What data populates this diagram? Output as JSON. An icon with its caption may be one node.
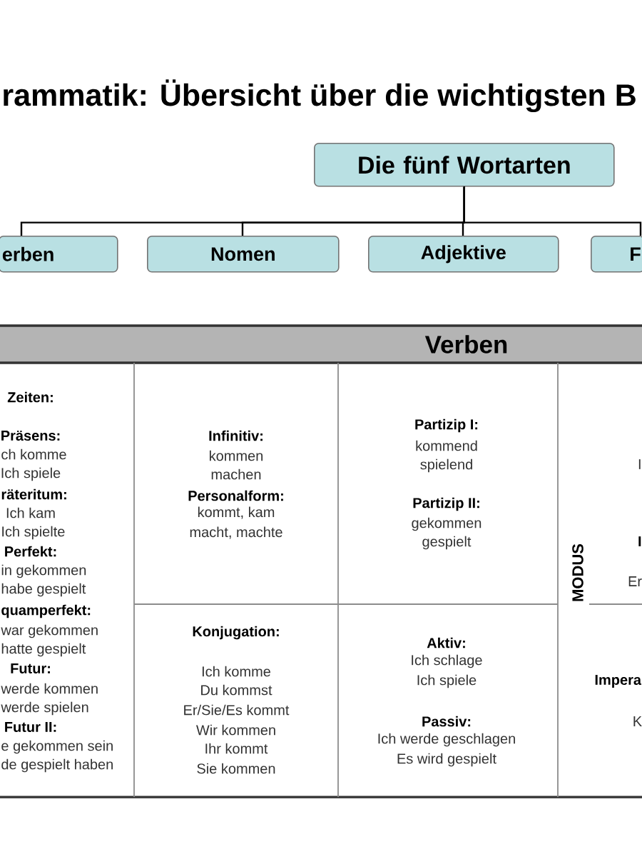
{
  "diagram": {
    "title": "rammatik: Übersicht über die wichtigsten B",
    "nodes": [
      {
        "text": [
          "Die fünf Wortarten"
        ]
      },
      {
        "text": [
          "erben"
        ]
      },
      {
        "text": [
          "Nomen"
        ]
      },
      {
        "text": [
          "Adjektive"
        ]
      },
      {
        "text": [
          "F"
        ]
      },
      {
        "text": [
          "Verben"
        ]
      },
      {
        "text": [
          "Zeiten:",
          "Präsens:",
          "ch komme",
          "Ich spiele",
          "räteritum:",
          "Ich kam",
          "Ich spielte",
          "Perfekt:",
          "in gekommen",
          "habe gespielt",
          "quamperfekt:",
          "war gekommen",
          "hatte gespielt",
          "Futur:",
          "werde kommen",
          "werde spielen",
          "Futur II:",
          "e gekommen sein",
          "de gespielt haben"
        ],
        "in": 5
      },
      {
        "text": [
          "Infinitiv:",
          "kommen",
          "machen",
          "Personalform:",
          "kommt, kam",
          "macht, machte"
        ],
        "in": 5
      },
      {
        "text": [
          "Partizip I:",
          "kommend",
          "spielend",
          "Partizip II:",
          "gekommen",
          "gespielt"
        ],
        "in": 5
      },
      {
        "text": [
          "MODUS"
        ],
        "in": 5
      },
      {
        "text": [
          "I",
          "I",
          "Er"
        ],
        "in": 5
      },
      {
        "text": [
          "Konjugation:",
          "Ich komme",
          "Du kommst",
          "Er/Sie/Es kommt",
          "Wir kommen",
          "Ihr kommt",
          "Sie kommen"
        ],
        "in": 5
      },
      {
        "text": [
          "Aktiv:",
          "Ich schlage",
          "Ich spiele",
          "Passiv:",
          "Ich werde geschlagen",
          "Es wird gespielt"
        ],
        "in": 5
      },
      {
        "text": [
          "Impera",
          "K"
        ],
        "in": 5
      }
    ],
    "edges": [
      {
        "from": 0,
        "to": 1,
        "arrow": "none"
      },
      {
        "from": 0,
        "to": 2,
        "arrow": "none"
      },
      {
        "from": 0,
        "to": 3,
        "arrow": "none"
      },
      {
        "from": 0,
        "to": 4,
        "arrow": "none"
      }
    ]
  }
}
